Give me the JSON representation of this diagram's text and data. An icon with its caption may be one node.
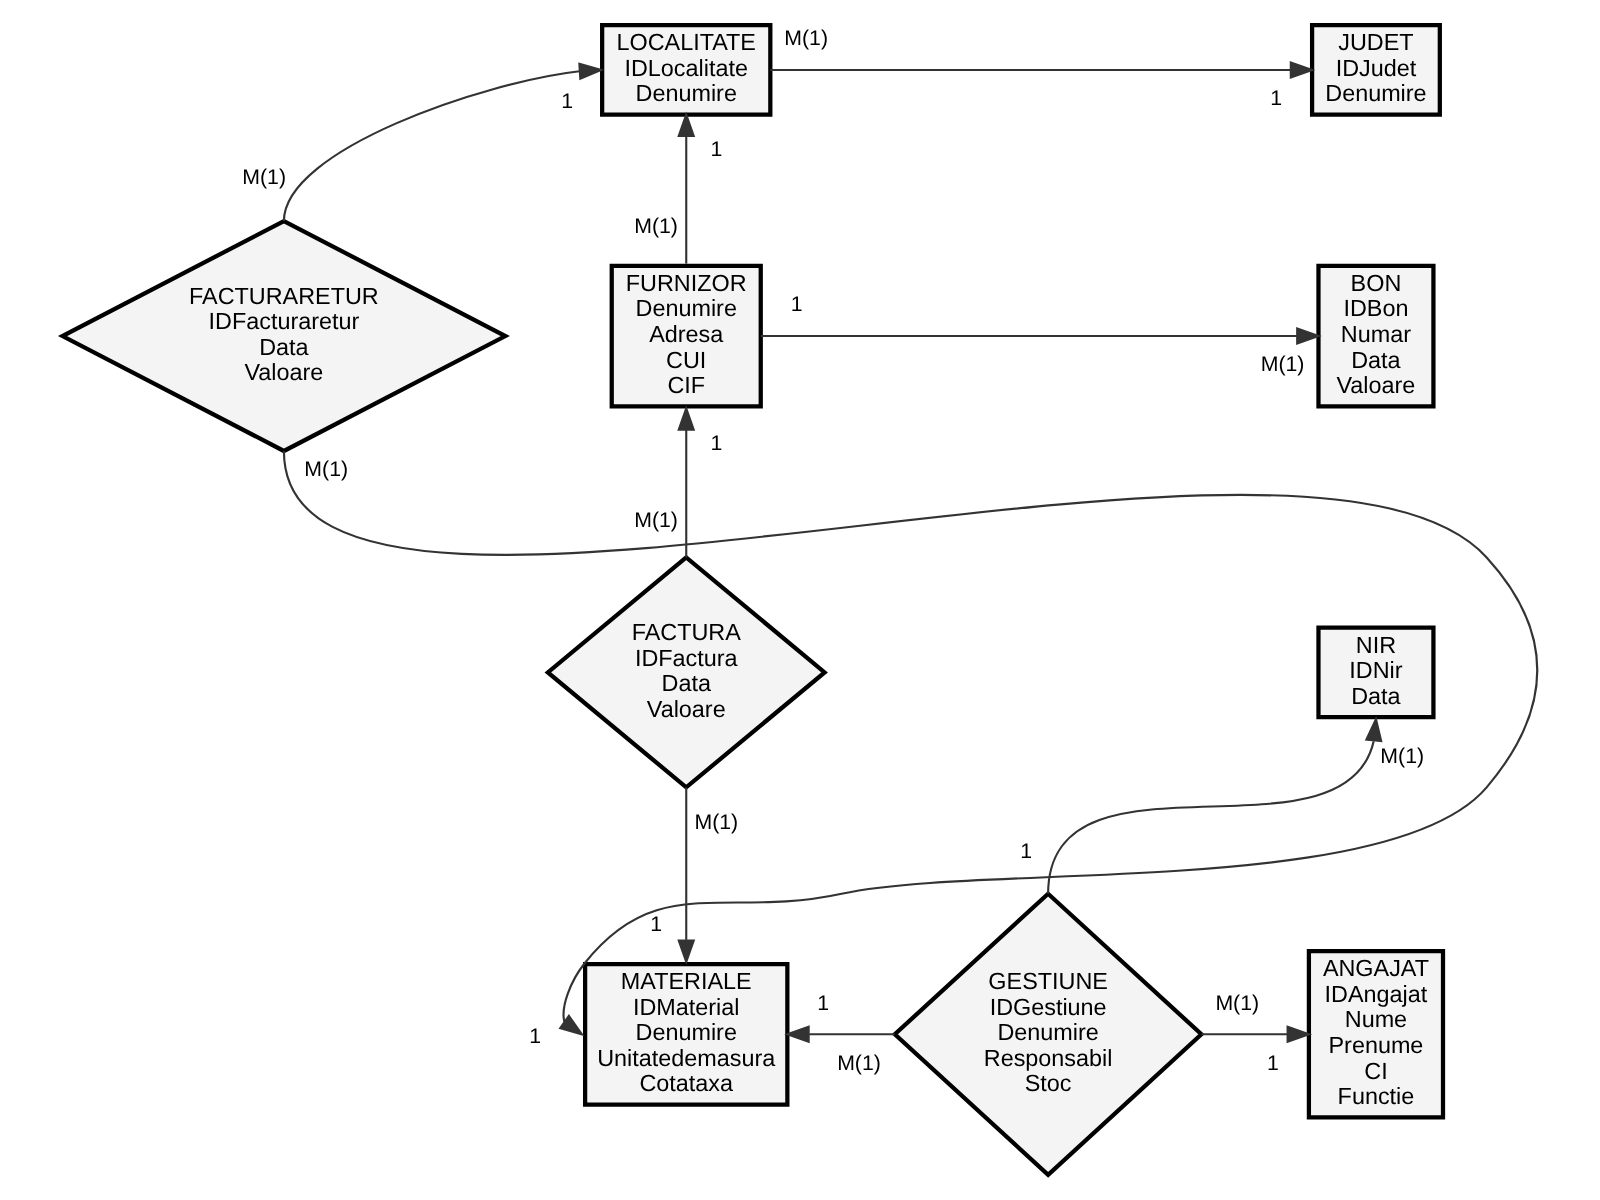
{
  "diagram": {
    "nodes": [
      {
        "text": [
          "LOCALITATE",
          "IDLocalitate",
          "Denumire"
        ]
      },
      {
        "text": [
          "JUDET",
          "IDJudet",
          "Denumire"
        ]
      },
      {
        "text": [
          "FURNIZOR",
          "Denumire",
          "Adresa",
          "CUI",
          "CIF"
        ]
      },
      {
        "text": [
          "BON",
          "IDBon",
          "Numar",
          "Data",
          "Valoare"
        ]
      },
      {
        "text": [
          "FACTURARETUR",
          "IDFacturaretur",
          "Data",
          "Valoare"
        ]
      },
      {
        "text": [
          "FACTURA",
          "IDFactura",
          "Data",
          "Valoare"
        ]
      },
      {
        "text": [
          "NIR",
          "IDNir",
          "Data"
        ]
      },
      {
        "text": [
          "MATERIALE",
          "IDMaterial",
          "Denumire",
          "Unitatedemasura",
          "Cotataxa"
        ]
      },
      {
        "text": [
          "GESTIUNE",
          "IDGestiune",
          "Denumire",
          "Responsabil",
          "Stoc"
        ]
      },
      {
        "text": [
          "ANGAJAT",
          "IDAngajat",
          "Nume",
          "Prenume",
          "CI",
          "Functie"
        ]
      }
    ],
    "edges": [
      {
        "from": 0,
        "to": 1,
        "arrow": "to"
      },
      {
        "from": 2,
        "to": 0,
        "arrow": "to"
      },
      {
        "from": 2,
        "to": 3,
        "arrow": "to"
      },
      {
        "from": 4,
        "to": 0,
        "arrow": "to"
      },
      {
        "from": 5,
        "to": 2,
        "arrow": "to"
      },
      {
        "from": 5,
        "to": 7,
        "arrow": "to"
      },
      {
        "from": 4,
        "to": 7,
        "arrow": "to"
      },
      {
        "from": 8,
        "to": 6,
        "arrow": "to"
      },
      {
        "from": 8,
        "to": 7,
        "arrow": "to"
      },
      {
        "from": 8,
        "to": 9,
        "arrow": "to"
      }
    ],
    "labels": [
      "1",
      "M(1)",
      "1",
      "1",
      "M(1)",
      "1",
      "M(1)",
      "M(1)",
      "1",
      "M(1)",
      "M(1)",
      "M(1)",
      "M(1)",
      "1",
      "1",
      "1",
      "M(1)",
      "M(1)",
      "1",
      "1"
    ]
  }
}
